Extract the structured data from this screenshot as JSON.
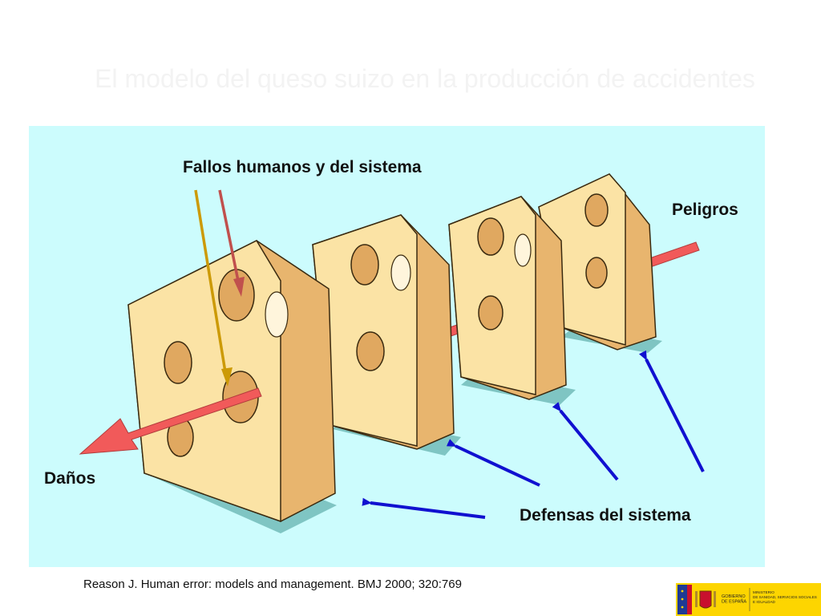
{
  "slide": {
    "title": "El modelo del queso suizo en la producción de accidentes",
    "reference": "Reason J. Human error: models and management. BMJ 2000; 320:769"
  },
  "diagram": {
    "labels": {
      "fallos": "Fallos humanos y del sistema",
      "peligros": "Peligros",
      "danos": "Daños",
      "defensas": "Defensas del sistema"
    },
    "colors": {
      "background": "#ccfcfd",
      "cheese_front": "#fbe3a5",
      "cheese_side": "#e8b56e",
      "shadow": "#7fc5c3",
      "hazard_arrow": "#f15a5a",
      "defense_arrow": "#1010d0",
      "failure_arrow_gold": "#cc9a06",
      "failure_arrow_red": "#c0504d"
    }
  },
  "footer": {
    "logo_left": "GOBIERNO DE ESPAÑA",
    "logo_right": "MINISTERIO DE SANIDAD, SERVICIOS SOCIALES E IGUALDAD"
  }
}
